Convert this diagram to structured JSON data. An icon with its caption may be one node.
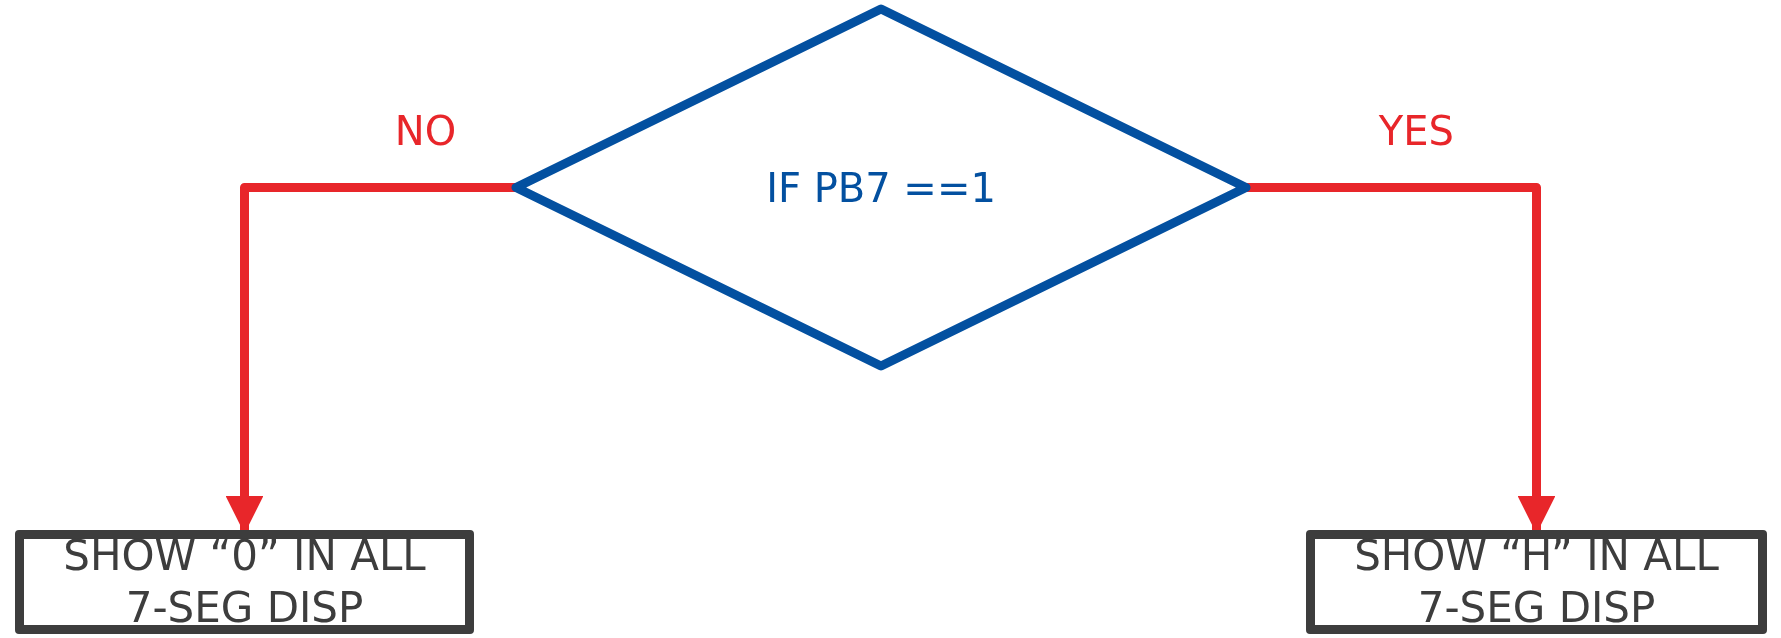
{
  "diagram": {
    "nodes": [
      {
        "text": [
          "IF PB7 ==1"
        ]
      },
      {
        "text": [
          "SHOW “0” IN ALL 7-SEG DISP"
        ]
      },
      {
        "text": [
          "SHOW “H” IN ALL 7-SEG DISP"
        ]
      }
    ],
    "edges": [
      {
        "from": 0,
        "to": 1,
        "arrow": "to",
        "label": "NO"
      },
      {
        "from": 0,
        "to": 2,
        "arrow": "to",
        "label": "YES"
      }
    ]
  }
}
